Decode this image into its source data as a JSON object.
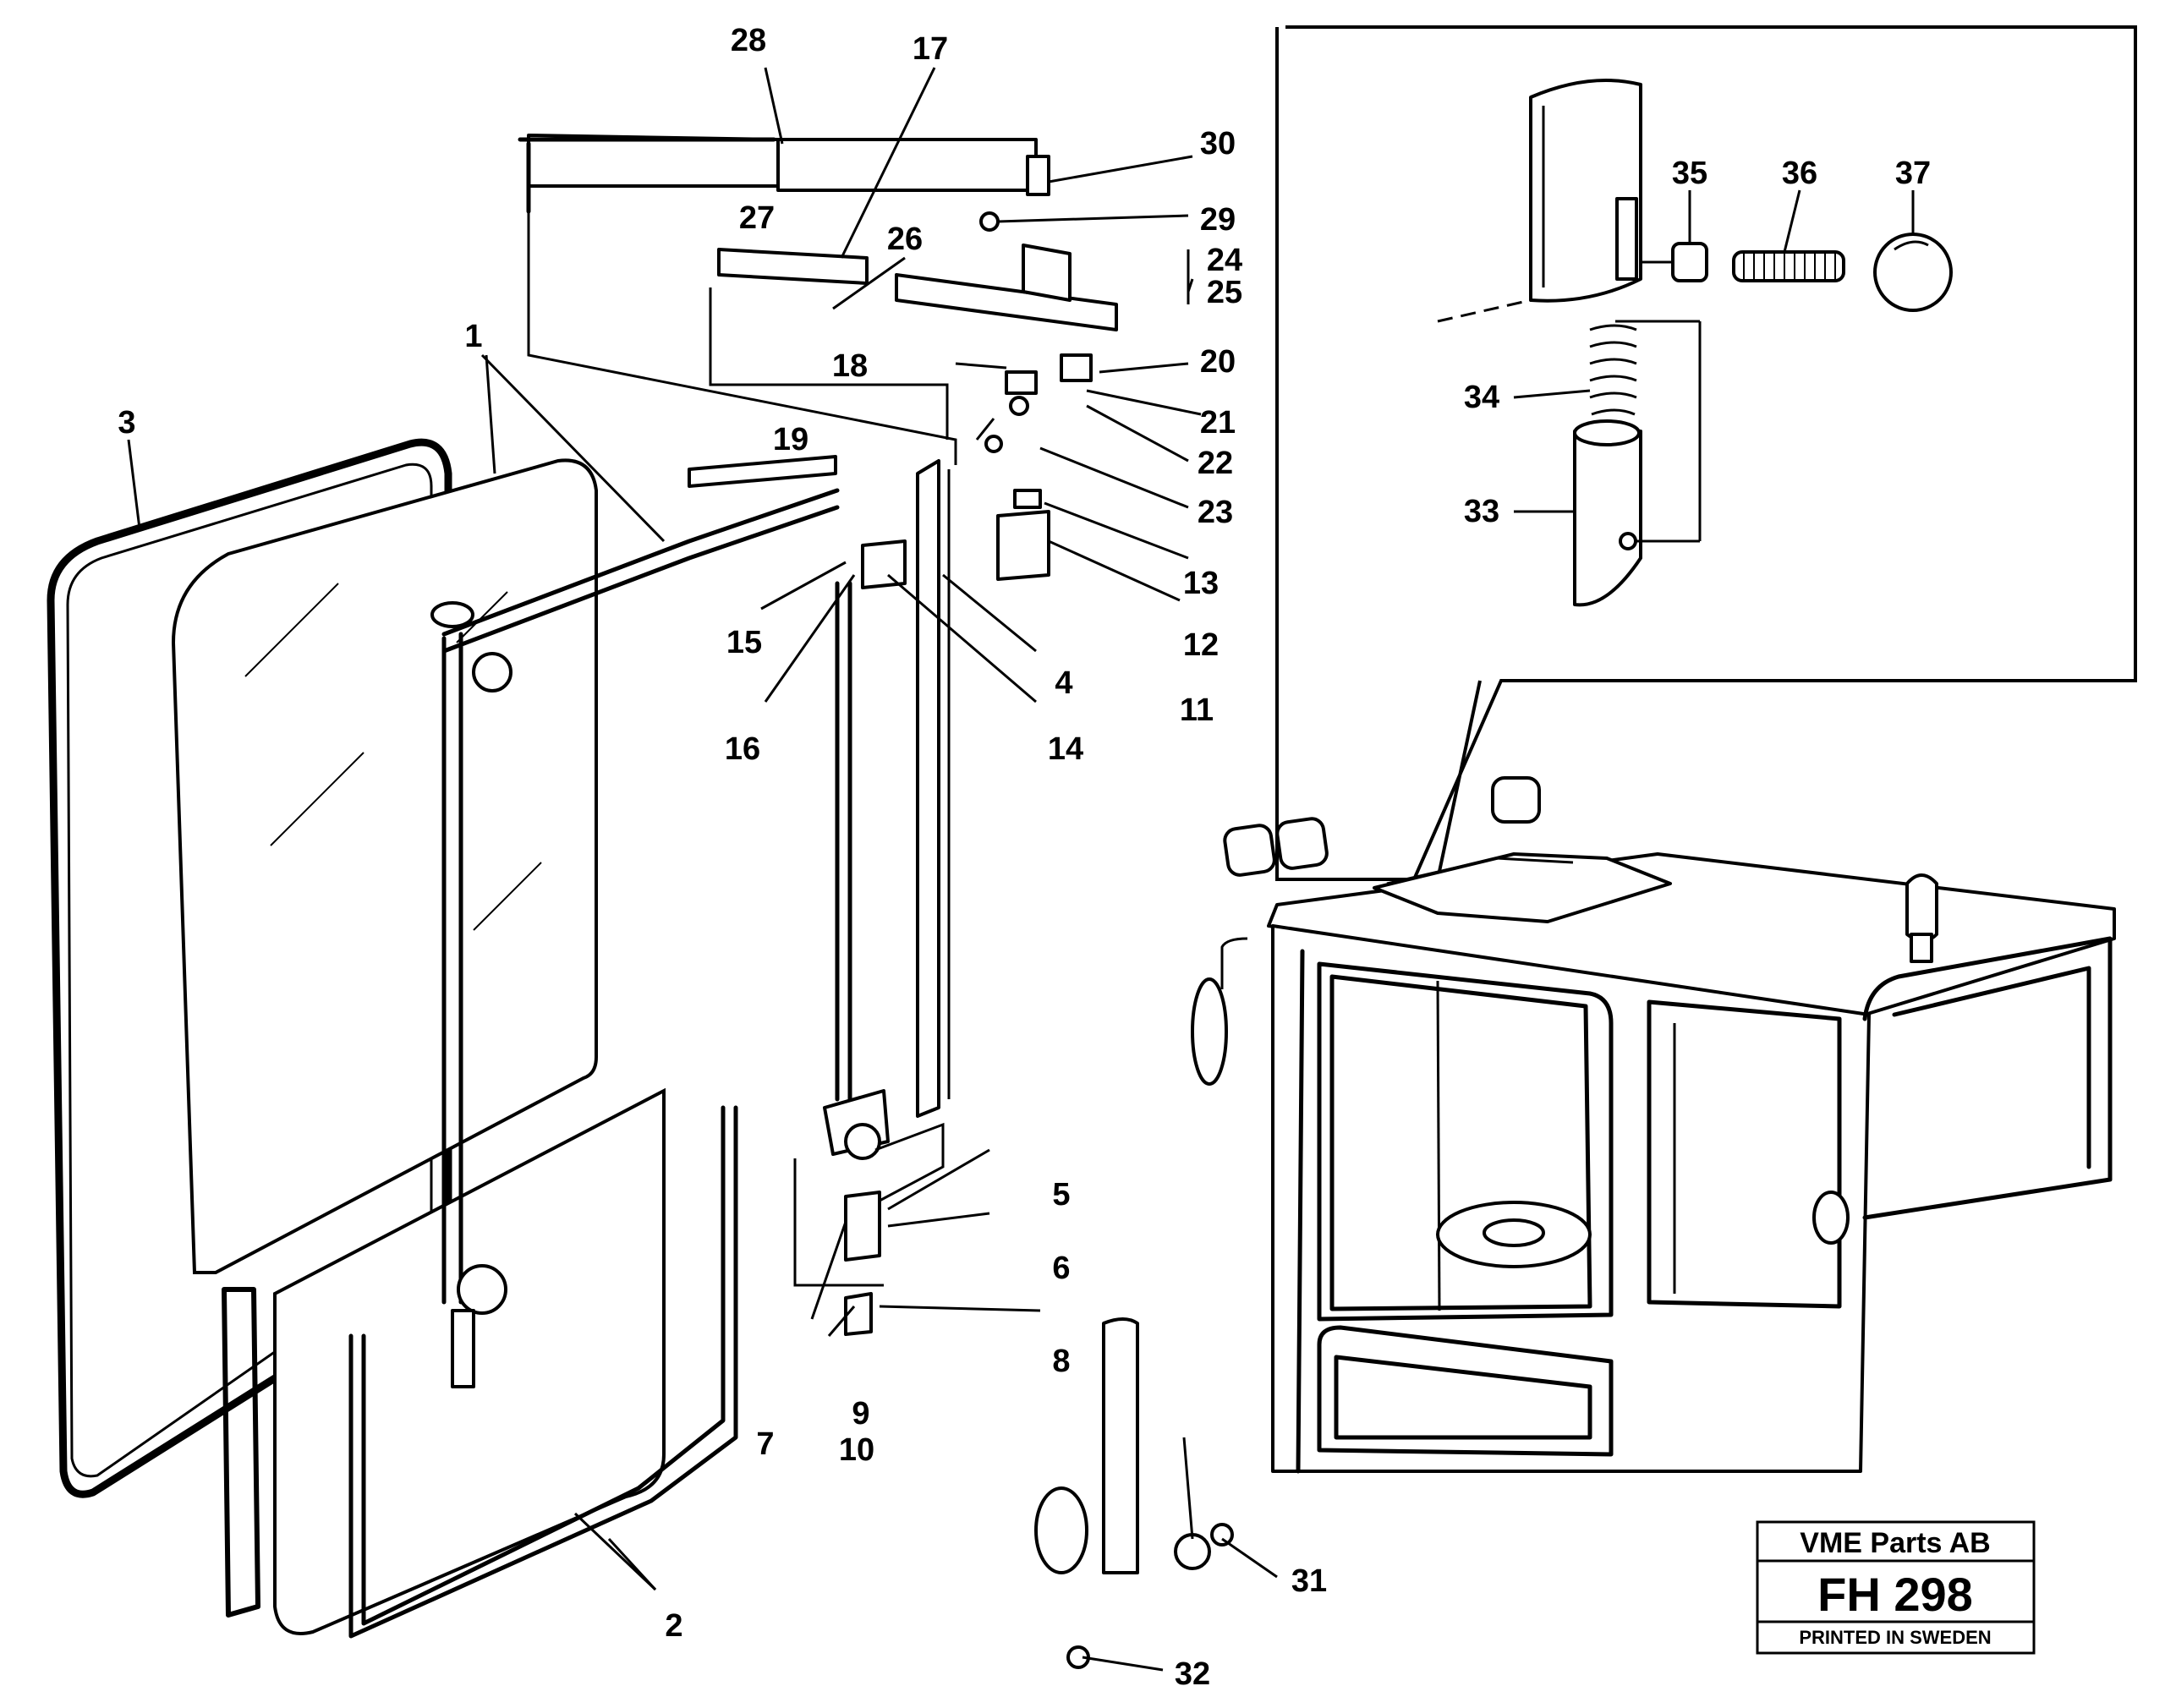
{
  "labels": {
    "l1": "1",
    "l2": "2",
    "l3": "3",
    "l4": "4",
    "l5": "5",
    "l6": "6",
    "l7": "7",
    "l8": "8",
    "l9": "9",
    "l10": "10",
    "l11": "11",
    "l12": "12",
    "l13": "13",
    "l14": "14",
    "l15": "15",
    "l16": "16",
    "l17": "17",
    "l18": "18",
    "l19": "19",
    "l20": "20",
    "l21": "21",
    "l22": "22",
    "l23": "23",
    "l24": "24",
    "l25": "25",
    "l26": "26",
    "l27": "27",
    "l28": "28",
    "l29": "29",
    "l30": "30",
    "l31": "31",
    "l32": "32",
    "l33": "33",
    "l34": "34",
    "l35": "35",
    "l36": "36",
    "l37": "37"
  },
  "stamp": {
    "company": "VME Parts AB",
    "code": "FH 298",
    "footer": "PRINTED IN SWEDEN"
  }
}
